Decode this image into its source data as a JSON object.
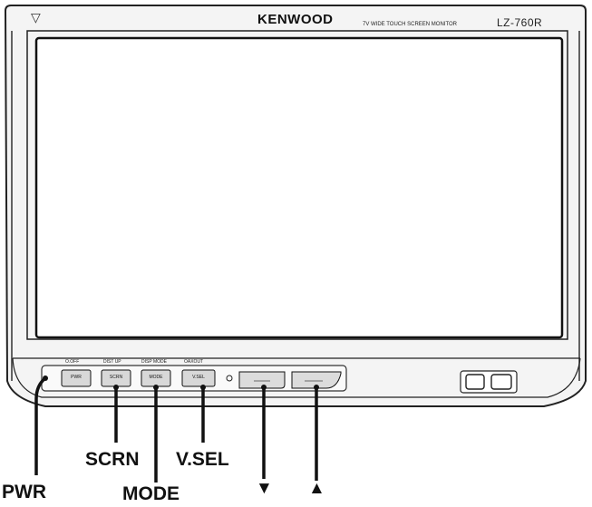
{
  "header": {
    "brand": "KENWOOD",
    "description": "7V WIDE TOUCH SCREEN MONITOR",
    "model": "LZ-760R",
    "eject_symbol": "▽"
  },
  "panel": {
    "buttons": [
      {
        "top_label": "O.OFF",
        "face": "PWR"
      },
      {
        "top_label": "DIST UP",
        "face": "SCRN"
      },
      {
        "top_label": "DISP MODE",
        "face": "MODE"
      },
      {
        "top_label": "OAXOUT",
        "face": "V.SEL"
      }
    ]
  },
  "callouts": {
    "pwr": "PWR",
    "scrn": "SCRN",
    "mode": "MODE",
    "vsel": "V.SEL",
    "down": "▼",
    "up": "▲"
  }
}
